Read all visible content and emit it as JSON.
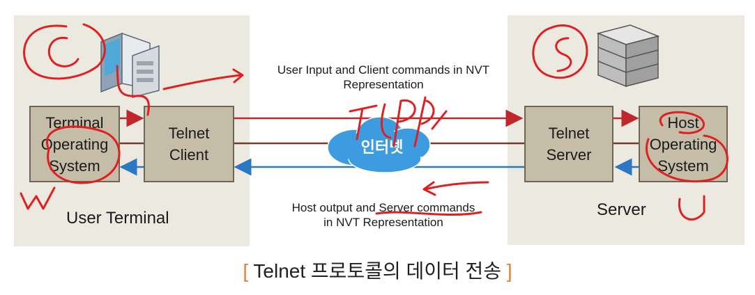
{
  "user_side": {
    "region_label": "User Terminal",
    "terminal_os": "Terminal\nOperating\nSystem",
    "telnet_client": "Telnet\nClient"
  },
  "server_side": {
    "region_label": "Server",
    "telnet_server": "Telnet\nServer",
    "host_os": "Host\nOperating\nSystem"
  },
  "network": {
    "label": "인터넷"
  },
  "messages": {
    "upper": "User Input and Client commands in NVT\nRepresentation",
    "lower": "Host output and Server commands\nin NVT Representation"
  },
  "caption": {
    "open": "[",
    "text": "Telnet 프로토콜의 데이터 전송",
    "close": "]"
  },
  "colors": {
    "outbound_arrow": "#c0272d",
    "inbound_arrow": "#2a77c2",
    "middle_line": "#7a3a2a",
    "annotation_ink": "#e02020",
    "cloud": "#3d9be0"
  },
  "icons": [
    "desktop-computer-icon",
    "server-rack-icon",
    "cloud-icon"
  ]
}
